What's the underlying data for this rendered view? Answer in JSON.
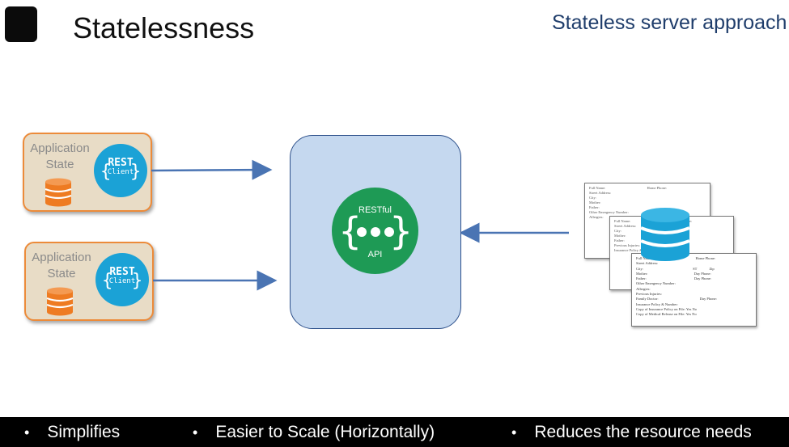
{
  "header": {
    "title": "Statelessness",
    "subtitle": "Stateless server approach"
  },
  "clients": [
    {
      "label_line1": "Application",
      "label_line2": "State",
      "badge_top": "REST",
      "badge_bottom": "Client"
    },
    {
      "label_line1": "Application",
      "label_line2": "State",
      "badge_top": "REST",
      "badge_bottom": "Client"
    }
  ],
  "api": {
    "top_label": "RESTful",
    "bottom_label": "API"
  },
  "forms": {
    "fields": [
      "Full Name:",
      "Home Phone:",
      "Street Address:",
      "City:",
      "ST",
      "Zip",
      "Mother:",
      "Day Phone:",
      "Father:",
      "Day Phone:",
      "Other Emergency Number:",
      "Allergies:",
      "Previous Injuries:",
      "Family Doctor:",
      "Day Phone:",
      "Insurance Policy & Number:",
      "Copy of Insurance Policy on File:",
      "Copy of Medical Release on File:",
      "Yes",
      "No"
    ]
  },
  "footer": {
    "items": [
      "Simplifies",
      "Easier to Scale (Horizontally)",
      "Reduces the resource needs"
    ]
  },
  "colors": {
    "title": "#111111",
    "subtitle": "#1f3d6b",
    "client_fill": "#e8dcc6",
    "client_border": "#ec8b3a",
    "rest_badge": "#1ba2d6",
    "database": "#ee7b22",
    "api_box": "#c5d8ef",
    "api_circle": "#1e9a55",
    "server_db": "#1ba2d6",
    "arrow": "#4a74b3",
    "footer_bg": "#000000"
  }
}
